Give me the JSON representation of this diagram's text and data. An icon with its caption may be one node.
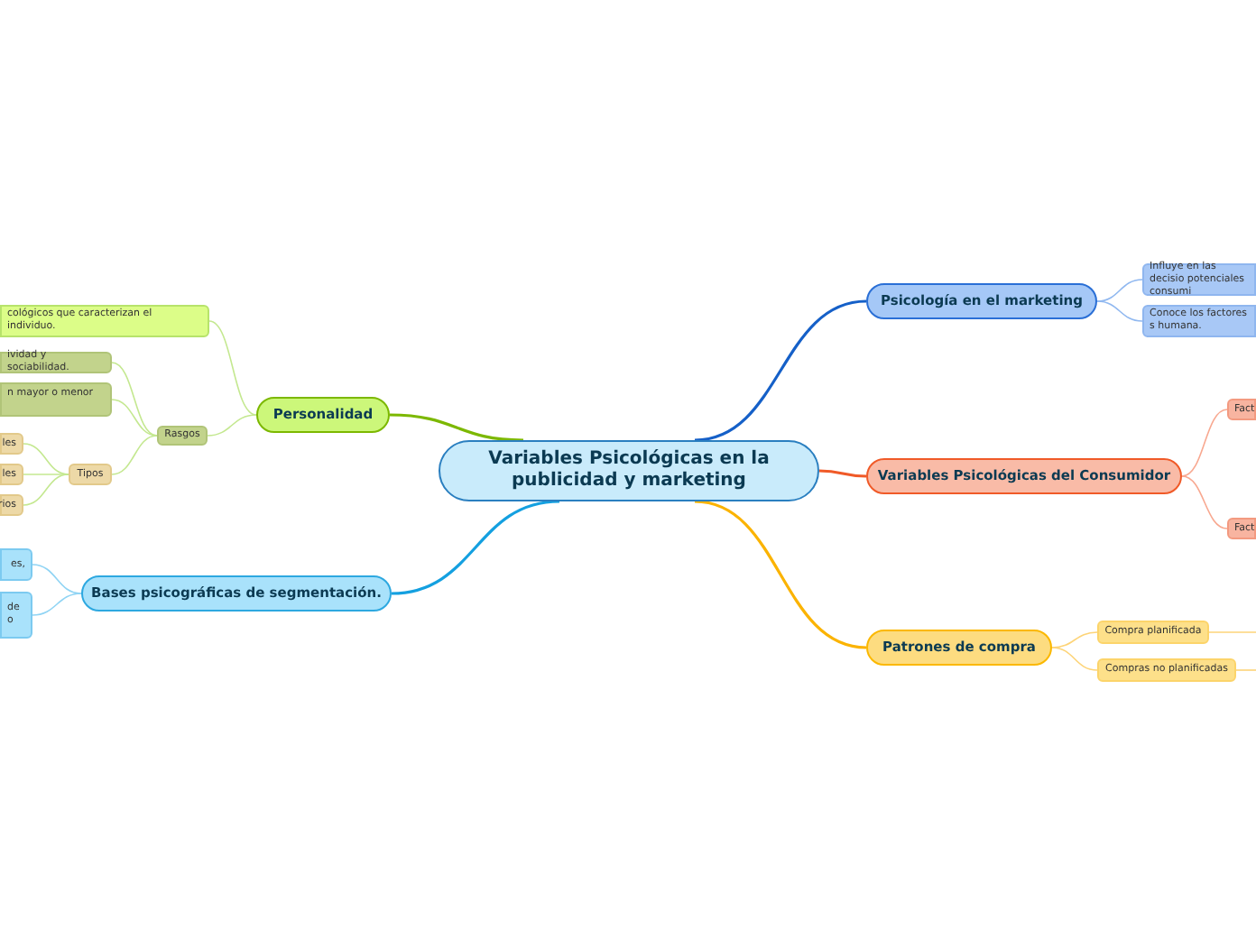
{
  "diagram": {
    "nodes": [
      {
        "text": [
          "Variables Psicológicas en la publicidad y marketing"
        ]
      },
      {
        "text": [
          "Psicología en el marketing"
        ]
      },
      {
        "text": [
          "Influye en las decisio potenciales consumi"
        ]
      },
      {
        "text": [
          "Conoce los factores s humana."
        ]
      },
      {
        "text": [
          "Variables Psicológicas del Consumidor"
        ]
      },
      {
        "text": [
          "Fact"
        ]
      },
      {
        "text": [
          "Fact"
        ]
      },
      {
        "text": [
          "Patrones de compra"
        ]
      },
      {
        "text": [
          "Compra planificada"
        ]
      },
      {
        "text": [
          "Compras no planificadas"
        ]
      },
      {
        "text": [
          "Personalidad"
        ]
      },
      {
        "text": [
          "cológicos que caracterizan el individuo."
        ]
      },
      {
        "text": [
          "Rasgos"
        ]
      },
      {
        "text": [
          "ividad y sociabilidad."
        ]
      },
      {
        "text": [
          "n mayor o menor"
        ]
      },
      {
        "text": [
          "Tipos"
        ]
      },
      {
        "text": [
          "les"
        ]
      },
      {
        "text": [
          "les"
        ]
      },
      {
        "text": [
          "rios"
        ]
      },
      {
        "text": [
          "Bases psicográficas de segmentación."
        ]
      },
      {
        "text": [
          "es,"
        ]
      },
      {
        "text": [
          "de o"
        ]
      }
    ],
    "edges": [
      {
        "from": 0,
        "to": 1,
        "arrow": "none",
        "color": "#1560c8"
      },
      {
        "from": 0,
        "to": 4,
        "arrow": "none",
        "color": "#f05a28"
      },
      {
        "from": 0,
        "to": 7,
        "arrow": "none",
        "color": "#fbb300"
      },
      {
        "from": 0,
        "to": 10,
        "arrow": "none",
        "color": "#7cb800"
      },
      {
        "from": 0,
        "to": 19,
        "arrow": "none",
        "color": "#14a0e0"
      },
      {
        "from": 1,
        "to": 2,
        "arrow": "none",
        "color": "#90b8f0"
      },
      {
        "from": 1,
        "to": 3,
        "arrow": "none",
        "color": "#90b8f0"
      },
      {
        "from": 4,
        "to": 5,
        "arrow": "none",
        "color": "#f8a890"
      },
      {
        "from": 4,
        "to": 6,
        "arrow": "none",
        "color": "#f8a890"
      },
      {
        "from": 7,
        "to": 8,
        "arrow": "none",
        "color": "#fdd478"
      },
      {
        "from": 7,
        "to": 9,
        "arrow": "none",
        "color": "#fdd478"
      },
      {
        "from": 8,
        "to": null,
        "arrow": "none",
        "color": "#fdd478"
      },
      {
        "from": 9,
        "to": null,
        "arrow": "none",
        "color": "#fdd478"
      },
      {
        "from": 10,
        "to": 11,
        "arrow": "none",
        "color": "#c4e890"
      },
      {
        "from": 10,
        "to": 12,
        "arrow": "none",
        "color": "#c4e890"
      },
      {
        "from": 12,
        "to": 13,
        "arrow": "none",
        "color": "#c4e890"
      },
      {
        "from": 12,
        "to": 14,
        "arrow": "none",
        "color": "#c4e890"
      },
      {
        "from": 12,
        "to": 15,
        "arrow": "none",
        "color": "#c4e890"
      },
      {
        "from": 15,
        "to": 16,
        "arrow": "none",
        "color": "#c4e890"
      },
      {
        "from": 15,
        "to": 17,
        "arrow": "none",
        "color": "#c4e890"
      },
      {
        "from": 15,
        "to": 18,
        "arrow": "none",
        "color": "#c4e890"
      },
      {
        "from": 19,
        "to": 20,
        "arrow": "none",
        "color": "#90d4f4"
      },
      {
        "from": 19,
        "to": 21,
        "arrow": "none",
        "color": "#90d4f4"
      }
    ]
  }
}
